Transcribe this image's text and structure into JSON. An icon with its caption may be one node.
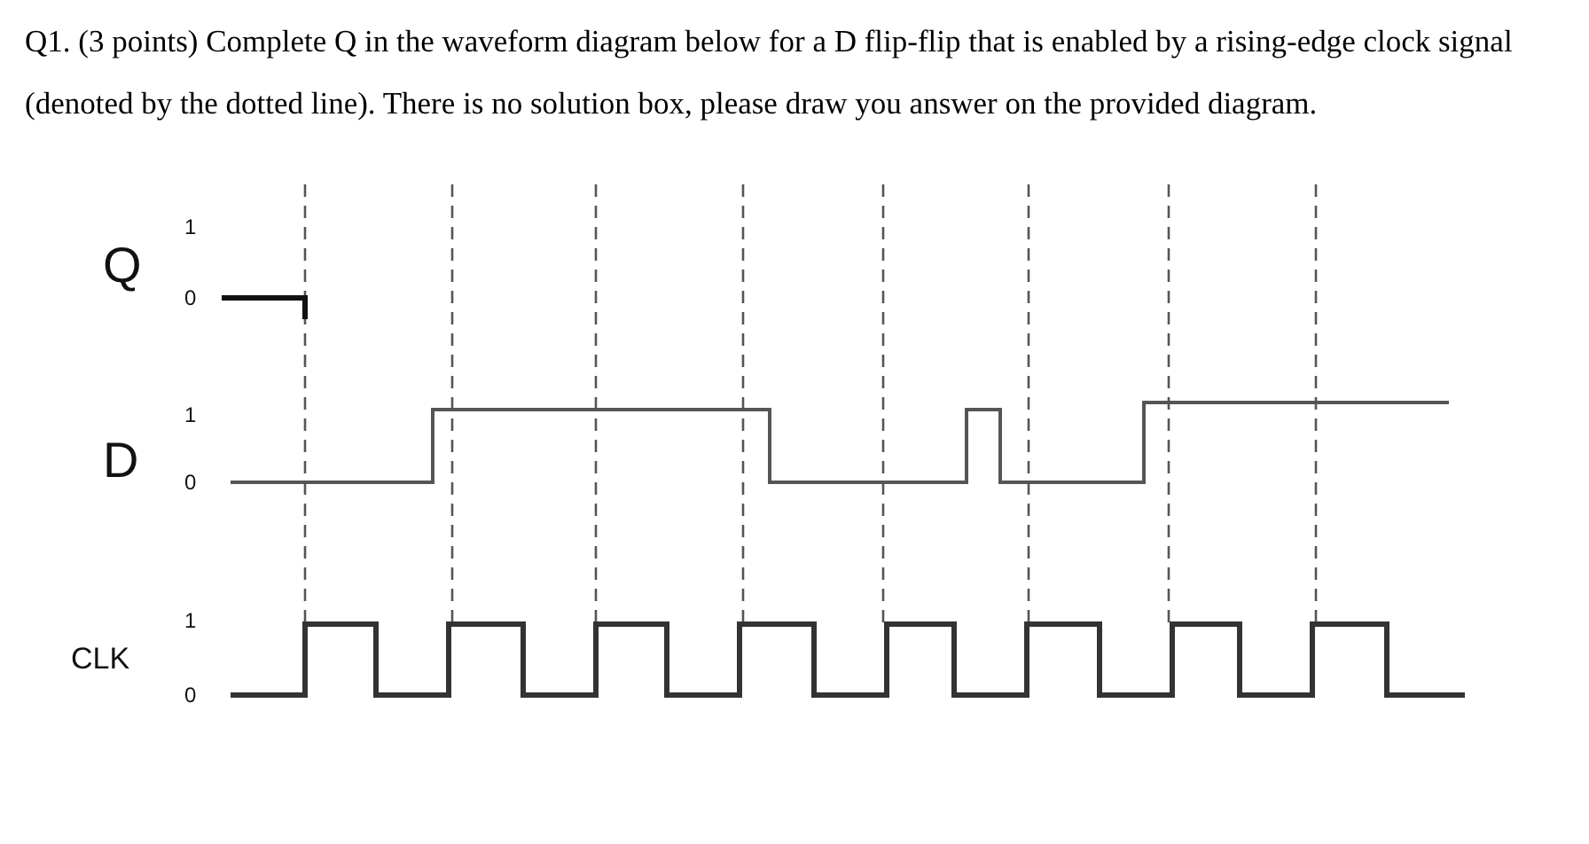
{
  "diagram": {
    "title": "Q1. (3 points) Complete Q in the waveform diagram below for a D flip-flip that is enabled by a rising-edge clock signal (denoted by the dotted line). There is no solution box, please draw you answer on the provided diagram.",
    "labels": [
      "Q",
      "1",
      "0",
      "D",
      "1",
      "0",
      "CLK",
      "1",
      "0"
    ]
  }
}
